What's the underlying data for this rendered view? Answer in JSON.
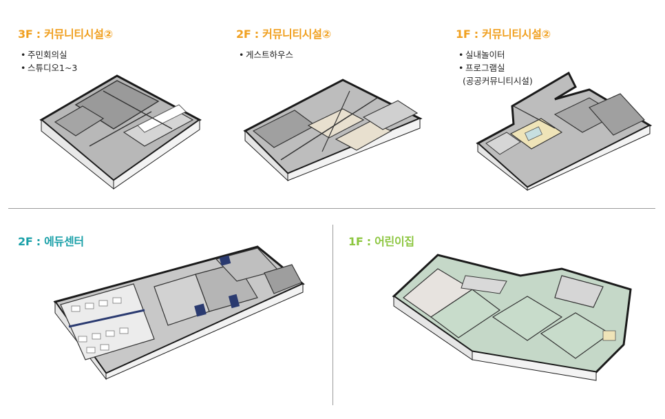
{
  "panels": {
    "p3f": {
      "title": "3F : 커뮤니티시설②",
      "items": [
        "주민회의실",
        "스튜디오1~3"
      ],
      "color": "#f0a020",
      "icon": "floor-plan-3d-icon"
    },
    "p2f": {
      "title": "2F : 커뮤니티시설②",
      "items": [
        "게스트하우스"
      ],
      "color": "#f0a020",
      "icon": "floor-plan-3d-icon"
    },
    "p1f": {
      "title": "1F : 커뮤니티시설②",
      "items": [
        "실내놀이터",
        "프로그램실"
      ],
      "note": "(공공커뮤니티시설)",
      "color": "#f0a020",
      "icon": "floor-plan-3d-icon"
    },
    "edu": {
      "title": "2F : 에듀센터",
      "color": "#1aa0a8",
      "icon": "floor-plan-3d-icon"
    },
    "kids": {
      "title": "1F : 어린이집",
      "color": "#8cc63f",
      "icon": "floor-plan-3d-icon"
    }
  }
}
